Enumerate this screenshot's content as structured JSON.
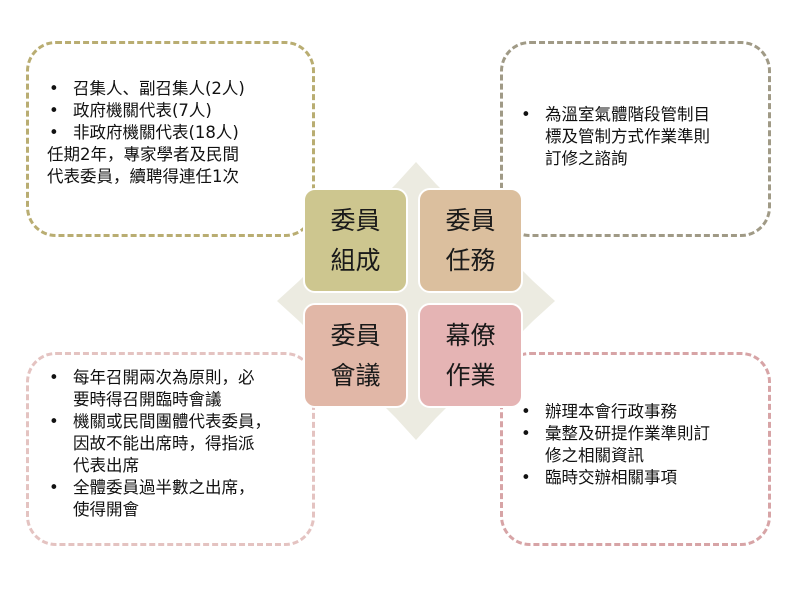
{
  "colors": {
    "composition_fill": "#cdc68f",
    "tasks_fill": "#dbbf9e",
    "meetings_fill": "#e1b7a7",
    "staff_fill": "#e5b4b4",
    "composition_border": "#b9ad72",
    "tasks_border": "#a09a86",
    "meetings_border": "#e4c3c1",
    "staff_border": "#d7a4a6",
    "diamond": "#ecebe1"
  },
  "quadrants": {
    "composition": {
      "line1": "委員",
      "line2": "組成"
    },
    "tasks": {
      "line1": "委員",
      "line2": "任務"
    },
    "meetings": {
      "line1": "委員",
      "line2": "會議"
    },
    "staff": {
      "line1": "幕僚",
      "line2": "作業"
    }
  },
  "panels": {
    "composition": {
      "items": [
        "召集人、副召集人(2人)",
        "政府機關代表(7人)",
        "非政府機關代表(18人)"
      ],
      "note_lines": [
        "任期2年，專家學者及民間",
        "代表委員，續聘得連任1次"
      ]
    },
    "tasks": {
      "items": [
        {
          "lines": [
            "為溫室氣體階段管制目",
            "標及管制方式作業準則",
            "訂修之諮詢"
          ]
        }
      ]
    },
    "meetings": {
      "items": [
        {
          "lines": [
            "每年召開兩次為原則，必",
            "要時得召開臨時會議"
          ]
        },
        {
          "lines": [
            "機關或民間團體代表委員，",
            "因故不能出席時，得指派",
            "代表出席"
          ]
        },
        {
          "lines": [
            "全體委員過半數之出席，",
            "使得開會"
          ]
        }
      ]
    },
    "staff": {
      "items": [
        {
          "lines": [
            "辦理本會行政事務"
          ]
        },
        {
          "lines": [
            "彙整及研提作業準則訂",
            "修之相關資訊"
          ]
        },
        {
          "lines": [
            "臨時交辦相關事項"
          ]
        }
      ]
    }
  }
}
